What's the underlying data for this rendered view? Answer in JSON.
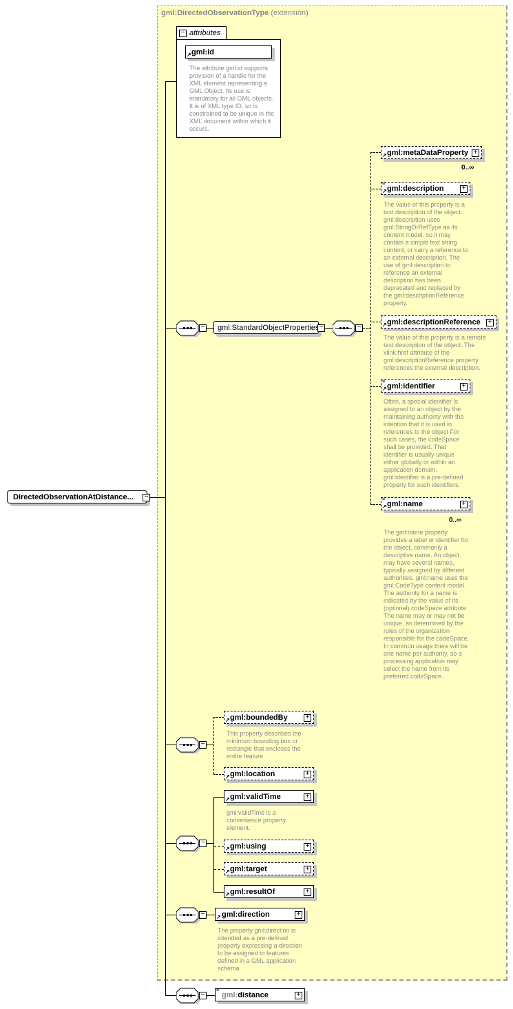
{
  "root": {
    "label": "DirectedObservationAtDistance..."
  },
  "extension": {
    "type": "gml:DirectedObservationType",
    "kind": "(extension)"
  },
  "attributes": {
    "label": "attributes",
    "items": [
      {
        "name": "gml:id",
        "doc": "The attribute gml:id supports provision of a handle for the XML element representing a GML Object. Its use is mandatory for all GML objects. It is of XML type ID, so is constrained to be unique in the XML document within which it occurs."
      }
    ]
  },
  "group": {
    "label": "gml:StandardObjectProperties"
  },
  "group_elements": [
    {
      "name": "gml:metaDataProperty",
      "occurs": "0..∞"
    },
    {
      "name": "gml:description",
      "doc": "The value of this property is a text description of the object. gml:description uses gml:StringOrRefType as its content model, so it may contain a simple text string content, or carry a reference to an external description. The use of gml:description to reference an external description has been deprecated and replaced by the gml:descriptionReference property."
    },
    {
      "name": "gml:descriptionReference",
      "doc": "The value of this property is a remote text description of the object. The xlink:href attribute of the gml:descriptionReference property references the external description."
    },
    {
      "name": "gml:identifier",
      "doc": "Often, a special identifier is assigned to an object by the maintaining authority with the intention that it is used in references to the object For such cases, the codeSpace shall be provided. That identifier is usually unique either globally or within an application domain. gml:identifier is a pre-defined property for such identifiers."
    },
    {
      "name": "gml:name",
      "occurs": "0..∞",
      "doc": "The gml:name property provides a label or identifier for the object, commonly a descriptive name. An object may have several names, typically assigned by different authorities. gml:name uses the gml:CodeType content model.  The authority for a name is indicated by the value of its (optional) codeSpace attribute.  The name may or may not be unique, as determined by the rules of the organization responsible for the codeSpace.  In common usage there will be one name per authority, so a processing application may select the name from its preferred codeSpace."
    }
  ],
  "feature_elements": [
    {
      "name": "gml:boundedBy",
      "doc": "This property describes the minimum bounding box or rectangle that encloses the entire feature."
    },
    {
      "name": "gml:location"
    }
  ],
  "observation_elements": [
    {
      "name": "gml:validTime",
      "doc": "gml:validTime is a convenience property element."
    },
    {
      "name": "gml:using"
    },
    {
      "name": "gml:target"
    },
    {
      "name": "gml:resultOf"
    }
  ],
  "direction": {
    "name": "gml:direction",
    "doc": "The property gml:direction is intended as a pre-defined property expressing a direction to be assigned to features defined in a GML application schema."
  },
  "distance": {
    "prefix": "gml:",
    "name": "distance"
  }
}
